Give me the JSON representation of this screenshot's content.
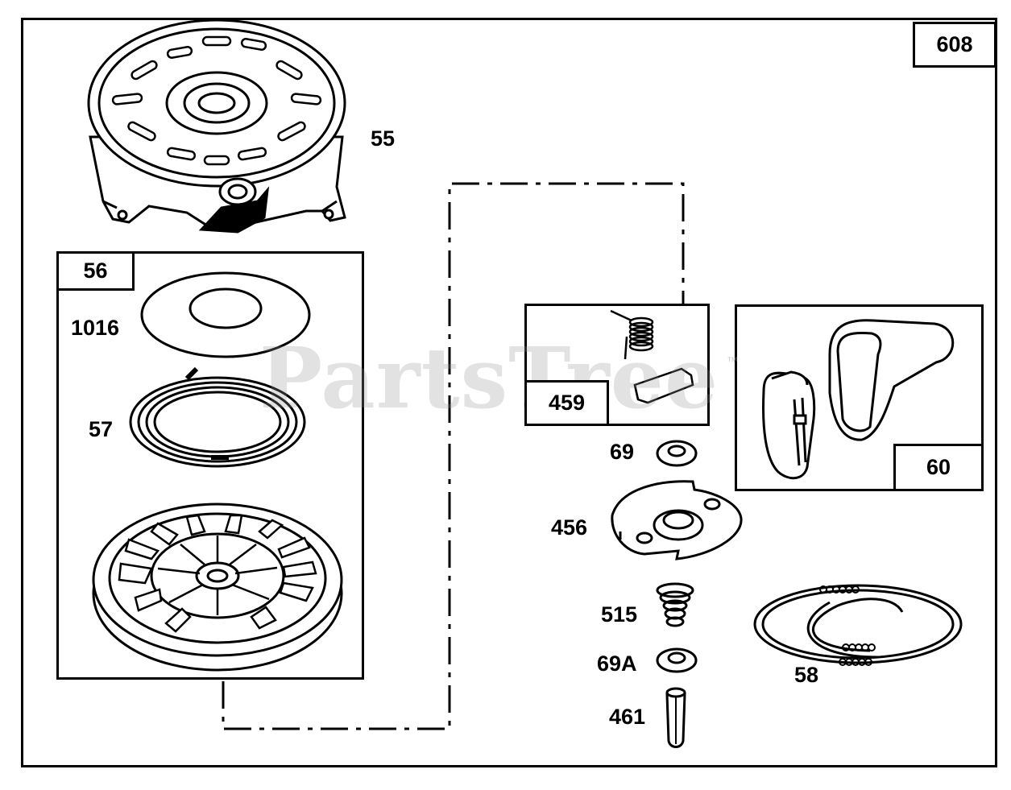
{
  "diagram": {
    "page_number": "608",
    "group_box_56": "56",
    "group_box_459": "459",
    "group_box_60": "60",
    "labels": {
      "p55": "55",
      "p1016": "1016",
      "p57": "57",
      "p69": "69",
      "p456": "456",
      "p515": "515",
      "p69a": "69A",
      "p461": "461",
      "p58": "58"
    },
    "watermark": "PartsTree",
    "trademark": "™"
  }
}
